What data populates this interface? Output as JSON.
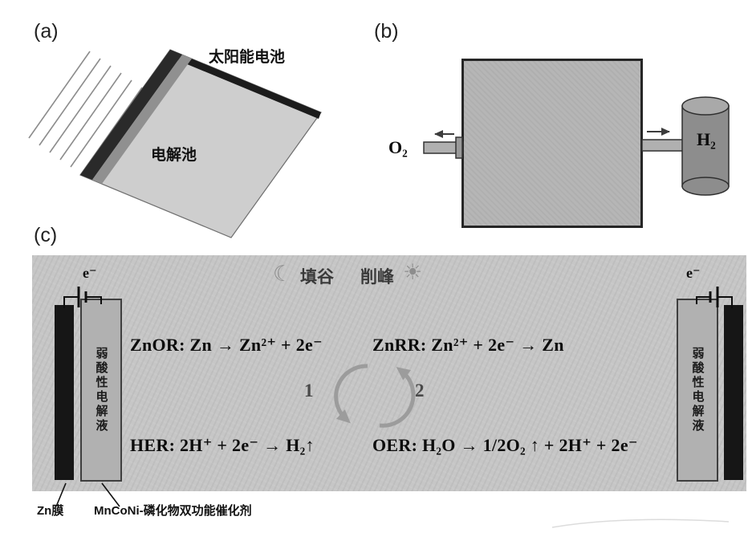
{
  "figure": {
    "panel_a": {
      "label": "(a)",
      "solar_cell_label": "太阳能电池",
      "electrolyzer_label": "电解池"
    },
    "panel_b": {
      "label": "(b)",
      "oxygen_label": "O₂",
      "hydrogen_label": "H₂"
    },
    "panel_c": {
      "label": "(c)",
      "valley_fill_label": "填谷",
      "peak_shave_label": "削峰",
      "electron_left": "e⁻",
      "electron_right": "e⁻",
      "electrolyte_left": "弱酸性电解液",
      "electrolyte_right": "弱酸性电解液",
      "reaction_znor": "ZnOR: Zn → Zn²⁺ + 2e⁻",
      "reaction_znrr": "ZnRR: Zn²⁺ + 2e⁻ → Zn",
      "reaction_her": "HER: 2H⁺ + 2e⁻ → H₂↑",
      "reaction_oer": "OER: H₂O → 1/2O₂ ↑ + 2H⁺ + 2e⁻",
      "cycle_step_1": "1",
      "cycle_step_2": "2",
      "zn_film_label": "Zn膜",
      "catalyst_label": "MnCoNi-磷化物双功能催化剂"
    },
    "icons": {
      "moon": "☾",
      "sun": "☀"
    },
    "colors": {
      "panel_background": "#c6c6c6",
      "electrode_dark": "#161616",
      "electrode_gray": "#b1b1b1",
      "box_gray": "#b6b6b6"
    }
  }
}
